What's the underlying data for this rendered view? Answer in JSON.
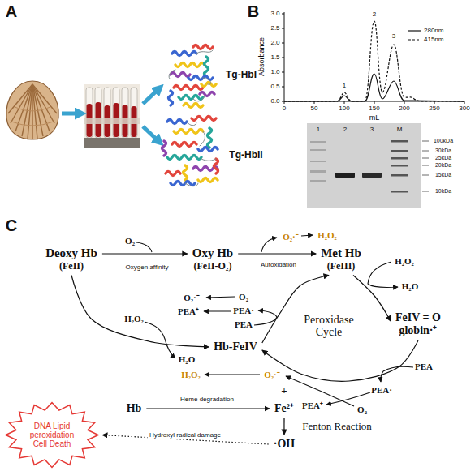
{
  "diagram": {
    "nodes": [
      {
        "text": [
          "Deoxy Hb",
          "(FeII)"
        ]
      },
      {
        "text": [
          "Oxy Hb",
          "(FeII-O₂)"
        ]
      },
      {
        "text": [
          "Met Hb",
          "(FeIII)"
        ]
      },
      {
        "text": [
          "FeIV = O",
          "globin·⁺"
        ]
      },
      {
        "text": [
          "Hb-FeIV"
        ]
      },
      {
        "text": [
          "Hb"
        ]
      },
      {
        "text": [
          "Fe²⁺"
        ]
      },
      {
        "text": [
          "·OH"
        ]
      },
      {
        "text": [
          "DNA Lipid peroxidation Cell Death"
        ]
      }
    ],
    "edges": [
      {
        "from": 0,
        "to": 1,
        "arrow": "to",
        "label": "Oxygen affinity"
      },
      {
        "from": 1,
        "to": 2,
        "arrow": "to",
        "label": "Autoxidation"
      },
      {
        "from": 2,
        "to": 3,
        "arrow": "to"
      },
      {
        "from": 3,
        "to": 4,
        "arrow": "to"
      },
      {
        "from": 4,
        "to": 2,
        "arrow": "to"
      },
      {
        "from": 0,
        "to": 4,
        "arrow": "to"
      },
      {
        "from": 5,
        "to": 6,
        "arrow": "to",
        "label": "Heme degradation"
      },
      {
        "from": 6,
        "to": 7,
        "arrow": "to",
        "label": "Fenton Reaction"
      },
      {
        "from": 7,
        "to": 8,
        "arrow": "to",
        "label": "Hydroxyl radical damage"
      }
    ],
    "labels": [
      "A",
      "Tg-HbI",
      "Tg-HbII",
      "B",
      "Absorbance",
      "0.0",
      "0.5",
      "1.0",
      "1.5",
      "2.0",
      "2.5",
      "3.0",
      "0",
      "50",
      "100",
      "150",
      "200",
      "250",
      "300",
      "mL",
      "1",
      "2",
      "3",
      "1",
      "2",
      "3",
      "M",
      "100kDa",
      "30kDa",
      "25kDa",
      "20kDa",
      "15kDa",
      "10kDa",
      "C",
      "O₂",
      "O₂·⁻",
      "H₂O₂",
      "H₂O₂",
      "H₂O",
      "Peroxidase Cycle",
      "PEA",
      "PEA·",
      "O₂",
      "PEA⁺",
      "O₂·⁻",
      "H₂O₂",
      "+",
      "O₂",
      "O₂·⁻",
      "PEA·",
      "PEA⁺",
      "PEA",
      "H₂O₂",
      "H₂O"
    ],
    "legend": [
      {
        "text": "280nm"
      },
      {
        "text": "415nm"
      }
    ]
  }
}
